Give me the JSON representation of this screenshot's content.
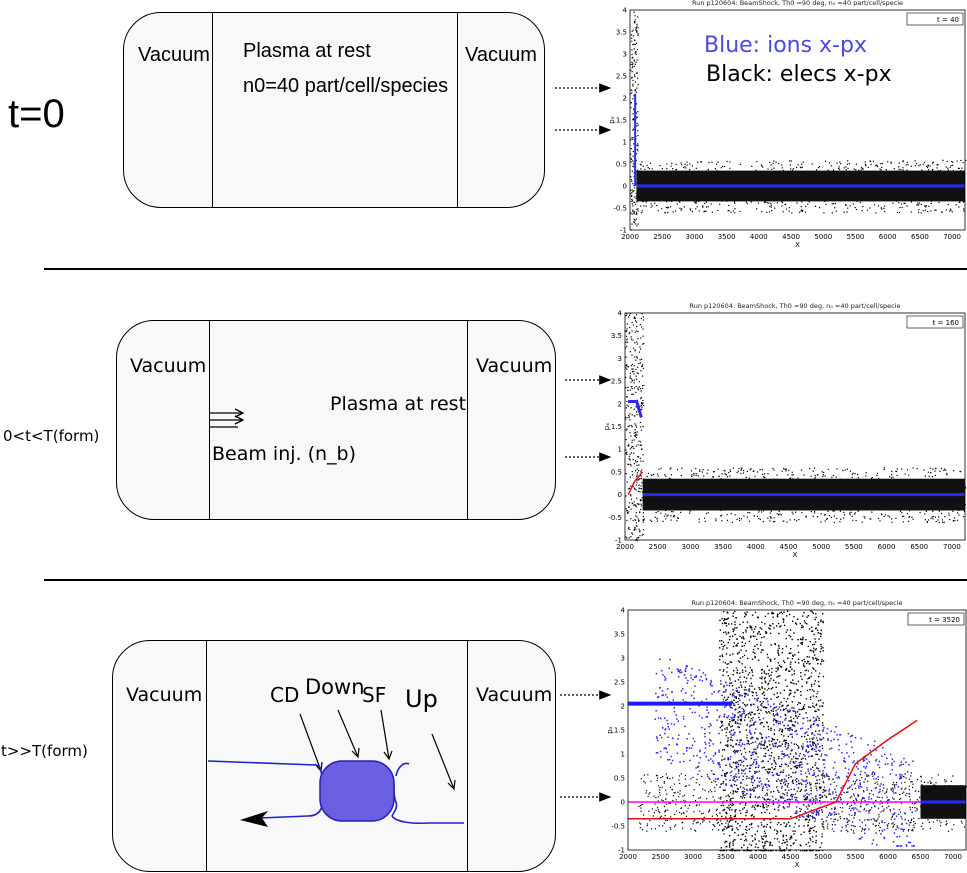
{
  "rows": [
    {
      "time_label": "t=0",
      "vacuum_left": "Vacuum",
      "vacuum_right": "Vacuum",
      "plasma_line1": "Plasma at rest",
      "plasma_line2": "n0=40 part/cell/species",
      "plot": {
        "title": "Run p120604: BeamShock, Th0 =90 deg, n₀ =40 part/cell/specie",
        "legend": "t = 40",
        "ylabel": "pₓ",
        "xlabel": "X",
        "legend_blue": "Blue: ions x-px",
        "legend_black": "Black: elecs x-px"
      }
    },
    {
      "time_label": "0<t<T(form)",
      "vacuum_left": "Vacuum",
      "vacuum_right": "Vacuum",
      "plasma_line1": "Plasma at rest",
      "beam_label": "Beam inj. (n_b)",
      "plot": {
        "title": "Run p120604: BeamShock, Th0 =90 deg, n₀ =40 part/cell/specie",
        "legend": "t = 160",
        "ylabel": "pₓ",
        "xlabel": "X"
      }
    },
    {
      "time_label": "t>>T(form)",
      "vacuum_left": "Vacuum",
      "vacuum_right": "Vacuum",
      "cd_label": "CD",
      "down_label": "Down",
      "sf_label": "SF",
      "up_label": "Up",
      "plot": {
        "title": "Run p120604: BeamShock, Th0 =90 deg, n₀ =40 part/cell/specie",
        "legend": "t = 3520",
        "ylabel": "pₓ",
        "xlabel": "X"
      }
    }
  ],
  "axis": {
    "x_ticks": [
      "2000",
      "2500",
      "3000",
      "3500",
      "4000",
      "4500",
      "5000",
      "5500",
      "6000",
      "6500",
      "7000"
    ],
    "y_ticks": [
      "-1",
      "-0.5",
      "0",
      "0.5",
      "1",
      "1.5",
      "2",
      "2.5",
      "3",
      "3.5",
      "4"
    ]
  },
  "colors": {
    "ions": "#2a2aff",
    "elecs": "#000000",
    "beam_e": "#ff00ff",
    "red": "#dd1111",
    "downstream_fill": "#6a5fe0"
  }
}
